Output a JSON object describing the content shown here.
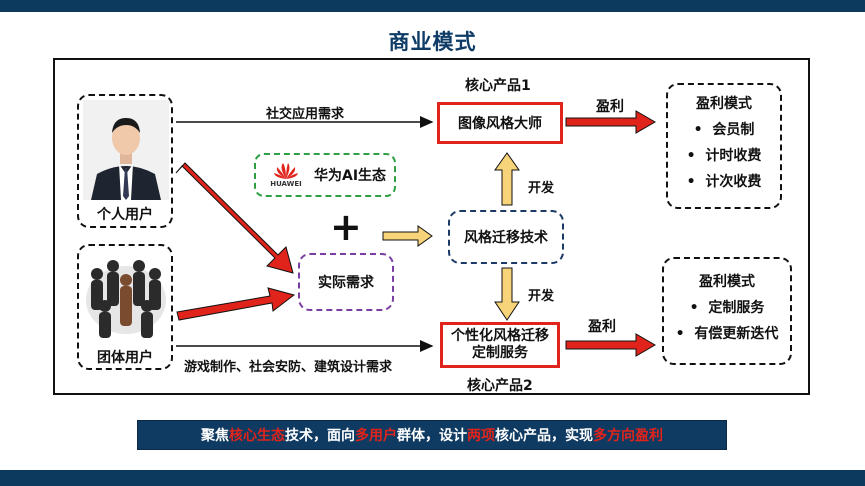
{
  "title": "商业模式",
  "users": {
    "individual": "个人用户",
    "group": "团体用户"
  },
  "ecosystem": {
    "brand": "HUAWEI",
    "label": "华为AI生态"
  },
  "plus_sign": "+",
  "tech": "风格迁移技术",
  "demand": "实际需求",
  "product1": {
    "caption": "核心产品1",
    "name": "图像风格大师"
  },
  "product2": {
    "caption": "核心产品2",
    "name": "个性化风格迁移定制服务"
  },
  "edges": {
    "social_demand": "社交应用需求",
    "game_demand": "游戏制作、社会安防、建筑设计需求",
    "develop_up": "开发",
    "develop_down": "开发",
    "profit_top": "盈利",
    "profit_bottom": "盈利"
  },
  "profit_model_1": {
    "title": "盈利模式",
    "items": [
      "会员制",
      "计时收费",
      "计次收费"
    ]
  },
  "profit_model_2": {
    "title": "盈利模式",
    "items": [
      "定制服务",
      "有偿更新迭代"
    ]
  },
  "banner": {
    "parts": [
      "聚焦",
      "核心生态",
      "技术，面向",
      "多用户",
      "群体，设计",
      "两项",
      "核心产品，实现",
      "多方向盈利"
    ]
  },
  "colors": {
    "accent_red": "#e0241b",
    "navy": "#0b3a5e",
    "arrow_yellow": "#f7d37a"
  }
}
